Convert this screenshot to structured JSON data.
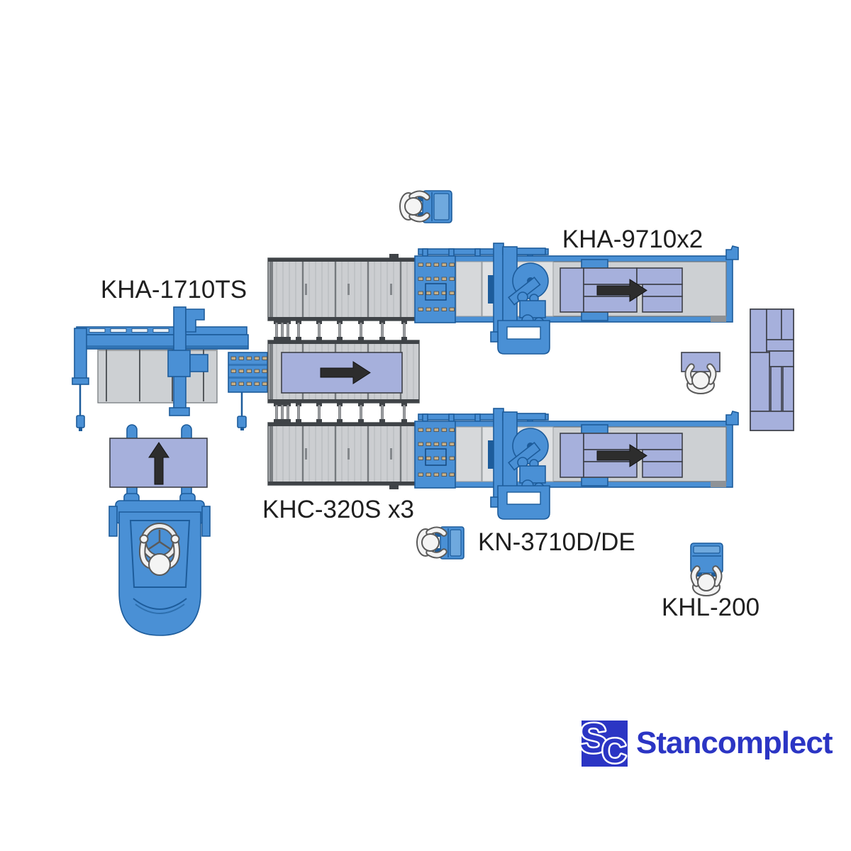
{
  "colors": {
    "machine_blue": "#4a90d5",
    "machine_blue_dark": "#1d5c9b",
    "machine_blue_light": "#6fa9de",
    "conveyor_gray": "#cdd0d3",
    "panel_purple": "#a6b0dc",
    "arrow_black": "#2d2d2d",
    "label_black": "#1f1f1f",
    "logo_blue": "#2b35c4",
    "dot_tan": "#c9b188"
  },
  "labels": {
    "kha_1710ts": "KHA-1710TS",
    "kha_9710": "KHA-9710x2",
    "khc_320s": "KHC-320S x3",
    "kn_3710": "KN-3710D/DE",
    "khl_200": "KHL-200"
  },
  "logo": {
    "letter_s": "S",
    "letter_c": "C",
    "wordmark": "Stancomplect"
  },
  "flow_arrows": [
    {
      "location": "forklift-load-panel",
      "direction": "up"
    },
    {
      "location": "khc-320s-center-panel",
      "direction": "right"
    },
    {
      "location": "kha-9710-line-1-panels",
      "direction": "right"
    },
    {
      "location": "kha-9710-line-2-panels",
      "direction": "right"
    }
  ]
}
